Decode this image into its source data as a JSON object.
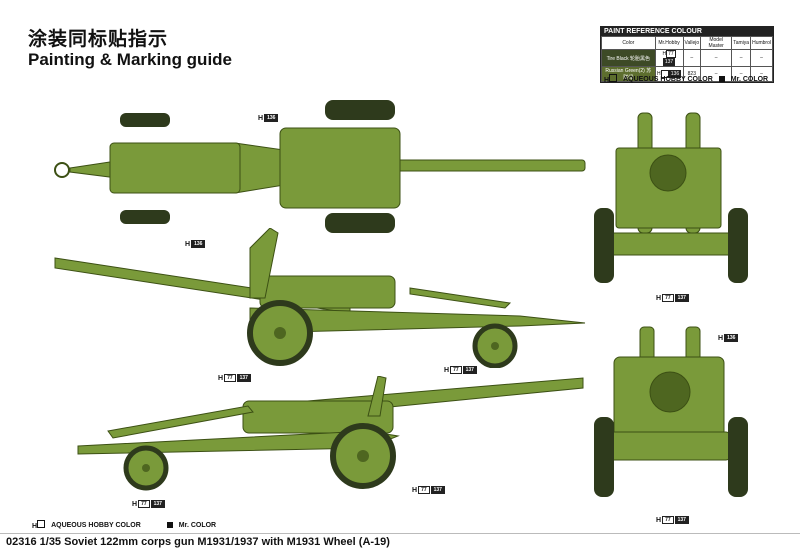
{
  "header": {
    "title_cn": "涂装同标贴指示",
    "title_en": "Painting & Marking guide"
  },
  "paint_table": {
    "heading": "PAINT REFERENCE COLOUR",
    "columns": [
      "Color",
      "Mr.Hobby",
      "Vallejo",
      "Model Master",
      "Tamiya",
      "Humbrol"
    ],
    "rows": [
      {
        "color": "Tire Black 轮胎黑色",
        "mrhobby_h": "H",
        "mrhobby_n1": "77",
        "mrhobby_n2": "137",
        "vallejo": "–",
        "modelmaster": "–",
        "tamiya": "–",
        "humbrol": "–"
      },
      {
        "color": "Russian Green(2) 苏联绿",
        "mrhobby_h": "H",
        "mrhobby_n1": "",
        "mrhobby_n2": "136",
        "vallejo": "823",
        "modelmaster": "–",
        "tamiya": "–",
        "humbrol": "–"
      }
    ],
    "legend_aqueous": "AQUEOUS HOBBY COLOR",
    "legend_mr": "Mr. COLOR"
  },
  "callouts": {
    "top_view": {
      "h": "H",
      "n": "136"
    },
    "side_upper_green": {
      "h": "H",
      "n": "136"
    },
    "side_upper_tire": {
      "h": "H",
      "n1": "77",
      "n2": "137"
    },
    "side_upper_tire2": {
      "h": "H",
      "n1": "77",
      "n2": "137"
    },
    "front_tire": {
      "h": "H",
      "n1": "77",
      "n2": "137"
    },
    "rear_green": {
      "h": "H",
      "n": "136"
    },
    "rear_tire": {
      "h": "H",
      "n1": "77",
      "n2": "137"
    },
    "side_lower_tire1": {
      "h": "H",
      "n1": "77",
      "n2": "137"
    },
    "side_lower_tire2": {
      "h": "H",
      "n1": "77",
      "n2": "137"
    }
  },
  "bottom_legend": {
    "aqueous": "AQUEOUS HOBBY COLOR",
    "mr": "Mr. COLOR"
  },
  "footer": {
    "text": "02316 1/35  Soviet 122mm corps gun M1931/1937 with M1931 Wheel (A-19)"
  },
  "colors": {
    "green": "#7a9a3a",
    "green_dark": "#4e6620",
    "tire": "#2e3a1c"
  }
}
